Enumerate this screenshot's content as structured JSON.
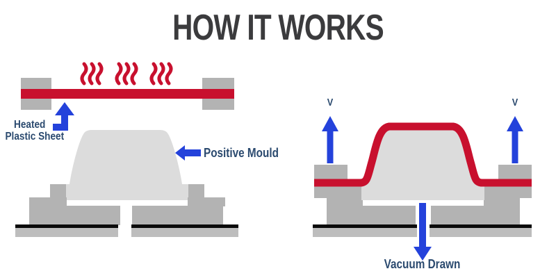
{
  "title": "HOW IT WORKS",
  "palette": {
    "plastic_red": "#C8102E",
    "arrow_blue": "#2442DB",
    "label_navy": "#2B4A6F",
    "title_gray": "#3B3B3D",
    "mould_gray": "#DCDCDC",
    "platform_gray": "#B3B3B3",
    "base_strip_gray": "#BDBDBD",
    "baseline_black": "#0B0B0B"
  },
  "stage_heating": {
    "label_heated_line1": "Heated",
    "label_heated_line2": "Plastic Sheet",
    "label_positive_mould": "Positive Mould"
  },
  "stage_vacuum": {
    "label_vent_left": "V",
    "label_vent_right": "V",
    "label_vacuum_drawn": "Vacuum Drawn"
  }
}
